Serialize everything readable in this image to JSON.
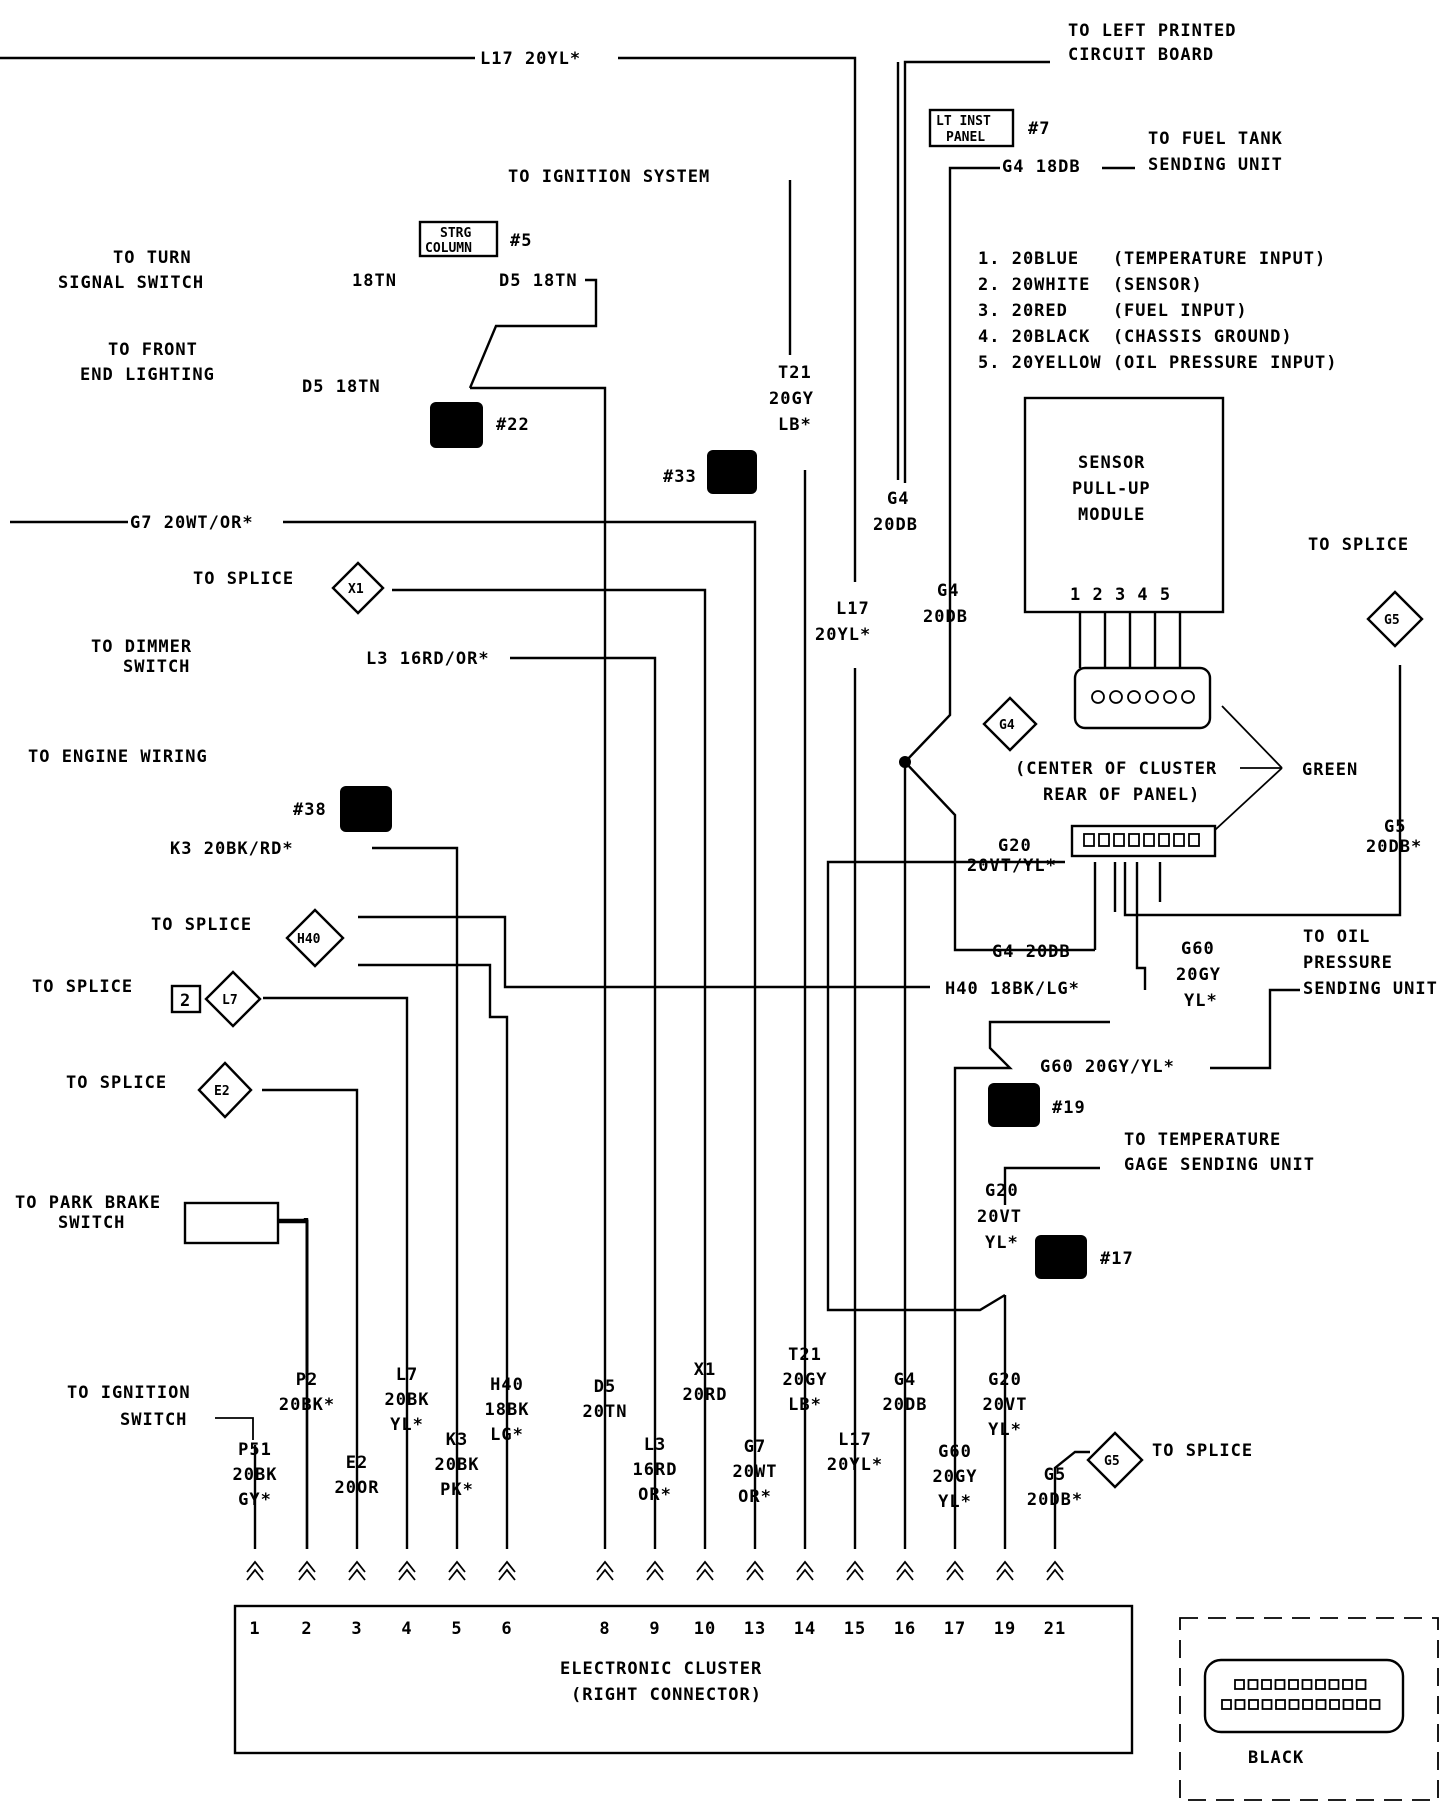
{
  "wires": {
    "l17_top": "L17 20YL*",
    "t21_top": [
      "T21",
      "20GY",
      "LB*"
    ],
    "g7_top": "G7 20WT/OR*",
    "l3_top": "L3 16RD/OR*",
    "k3_top": "K3 20BK/RD*",
    "d5_18tn_a": "18TN",
    "d5_18tn_b": "D5 18TN",
    "d5_front": "D5 18TN",
    "g4_mid1": [
      "G4",
      "20DB"
    ],
    "g4_mid2": [
      "G4",
      "20DB"
    ],
    "l17_mid": [
      "L17",
      "20YL*"
    ],
    "g4_fuel": "G4 18DB",
    "g20_mid": [
      "G20",
      "20VT/YL*"
    ],
    "g4_20db_low": "G4 20DB",
    "g60_mid": [
      "G60",
      "20GY",
      "YL*"
    ],
    "h40_mid": "H40 18BK/LG*",
    "g60_low": "G60 20GY/YL*",
    "g5_right": [
      "G5",
      "20DB*"
    ],
    "g20_low": [
      "G20",
      "20VT",
      "YL*"
    ]
  },
  "destinations": {
    "left_pcb": [
      "TO LEFT PRINTED",
      "CIRCUIT BOARD"
    ],
    "fuel_tank": [
      "TO FUEL TANK",
      "SENDING UNIT"
    ],
    "ignition_system": "TO IGNITION SYSTEM",
    "turn_signal": [
      "TO TURN",
      "SIGNAL SWITCH"
    ],
    "front_lighting": [
      "TO FRONT",
      "END LIGHTING"
    ],
    "splice_x1": "TO SPLICE",
    "dimmer": [
      "TO DIMMER",
      "SWITCH"
    ],
    "engine_wiring": "TO ENGINE WIRING",
    "splice_h40": "TO SPLICE",
    "splice_l7": "TO SPLICE",
    "splice_e2": "TO SPLICE",
    "park_brake": [
      "TO PARK BRAKE",
      "SWITCH"
    ],
    "ignition_switch": [
      "TO IGNITION",
      "SWITCH"
    ],
    "splice_g5_top": "TO SPLICE",
    "oil_pressure": [
      "TO OIL",
      "PRESSURE",
      "SENDING UNIT"
    ],
    "temp_gage": [
      "TO TEMPERATURE",
      "GAGE SENDING UNIT"
    ],
    "splice_g5_bottom": "TO SPLICE"
  },
  "connectors": {
    "lt_inst_panel": [
      "LT INST",
      "PANEL"
    ],
    "lt_inst_panel_num": "#7",
    "strg_column": [
      "STRG",
      "COLUMN"
    ],
    "strg_column_num": "#5",
    "c22": "#22",
    "c33": "#33",
    "c38": "#38",
    "c19": "#19",
    "c17": "#17"
  },
  "splices": {
    "x1": "X1",
    "h40": "H40",
    "l7": "L7",
    "l7_num": "2",
    "e2": "E2",
    "g4": "G4",
    "g5_top": "G5",
    "g5_bottom": "G5"
  },
  "sensor_list": [
    "1. 20BLUE   (TEMPERATURE INPUT)",
    "2. 20WHITE  (SENSOR)",
    "3. 20RED    (FUEL INPUT)",
    "4. 20BLACK  (CHASSIS GROUND)",
    "5. 20YELLOW (OIL PRESSURE INPUT)"
  ],
  "module": {
    "title": [
      "SENSOR",
      "PULL-UP",
      "MODULE"
    ],
    "pins": "1 2 3 4 5"
  },
  "cluster_location": [
    "(CENTER OF CLUSTER",
    "REAR OF PANEL)"
  ],
  "green_label": "GREEN",
  "black_label": "BLACK",
  "cluster": {
    "title": [
      "ELECTRONIC CLUSTER",
      "(RIGHT CONNECTOR)"
    ],
    "pins": [
      {
        "num": "1",
        "wire": [
          "P51",
          "20BK",
          "GY*"
        ]
      },
      {
        "num": "2",
        "wire": [
          "P2",
          "20BK*"
        ]
      },
      {
        "num": "3",
        "wire": [
          "E2",
          "20OR"
        ]
      },
      {
        "num": "4",
        "wire": [
          "L7",
          "20BK",
          "YL*"
        ]
      },
      {
        "num": "5",
        "wire": [
          "K3",
          "20BK",
          "PK*"
        ]
      },
      {
        "num": "6",
        "wire": [
          "H40",
          "18BK",
          "LG*"
        ]
      },
      {
        "num": "8",
        "wire": [
          "D5",
          "20TN"
        ]
      },
      {
        "num": "9",
        "wire": [
          "L3",
          "16RD",
          "OR*"
        ]
      },
      {
        "num": "10",
        "wire": [
          "X1",
          "20RD"
        ]
      },
      {
        "num": "13",
        "wire": [
          "G7",
          "20WT",
          "OR*"
        ]
      },
      {
        "num": "14",
        "wire": [
          "T21",
          "20GY",
          "LB*"
        ]
      },
      {
        "num": "15",
        "wire": [
          "L17",
          "20YL*"
        ]
      },
      {
        "num": "16",
        "wire": [
          "G4",
          "20DB"
        ]
      },
      {
        "num": "17",
        "wire": [
          "G60",
          "20GY",
          "YL*"
        ]
      },
      {
        "num": "19",
        "wire": [
          "G20",
          "20VT",
          "YL*"
        ]
      },
      {
        "num": "21",
        "wire": [
          "G5",
          "20DB*"
        ]
      }
    ]
  }
}
